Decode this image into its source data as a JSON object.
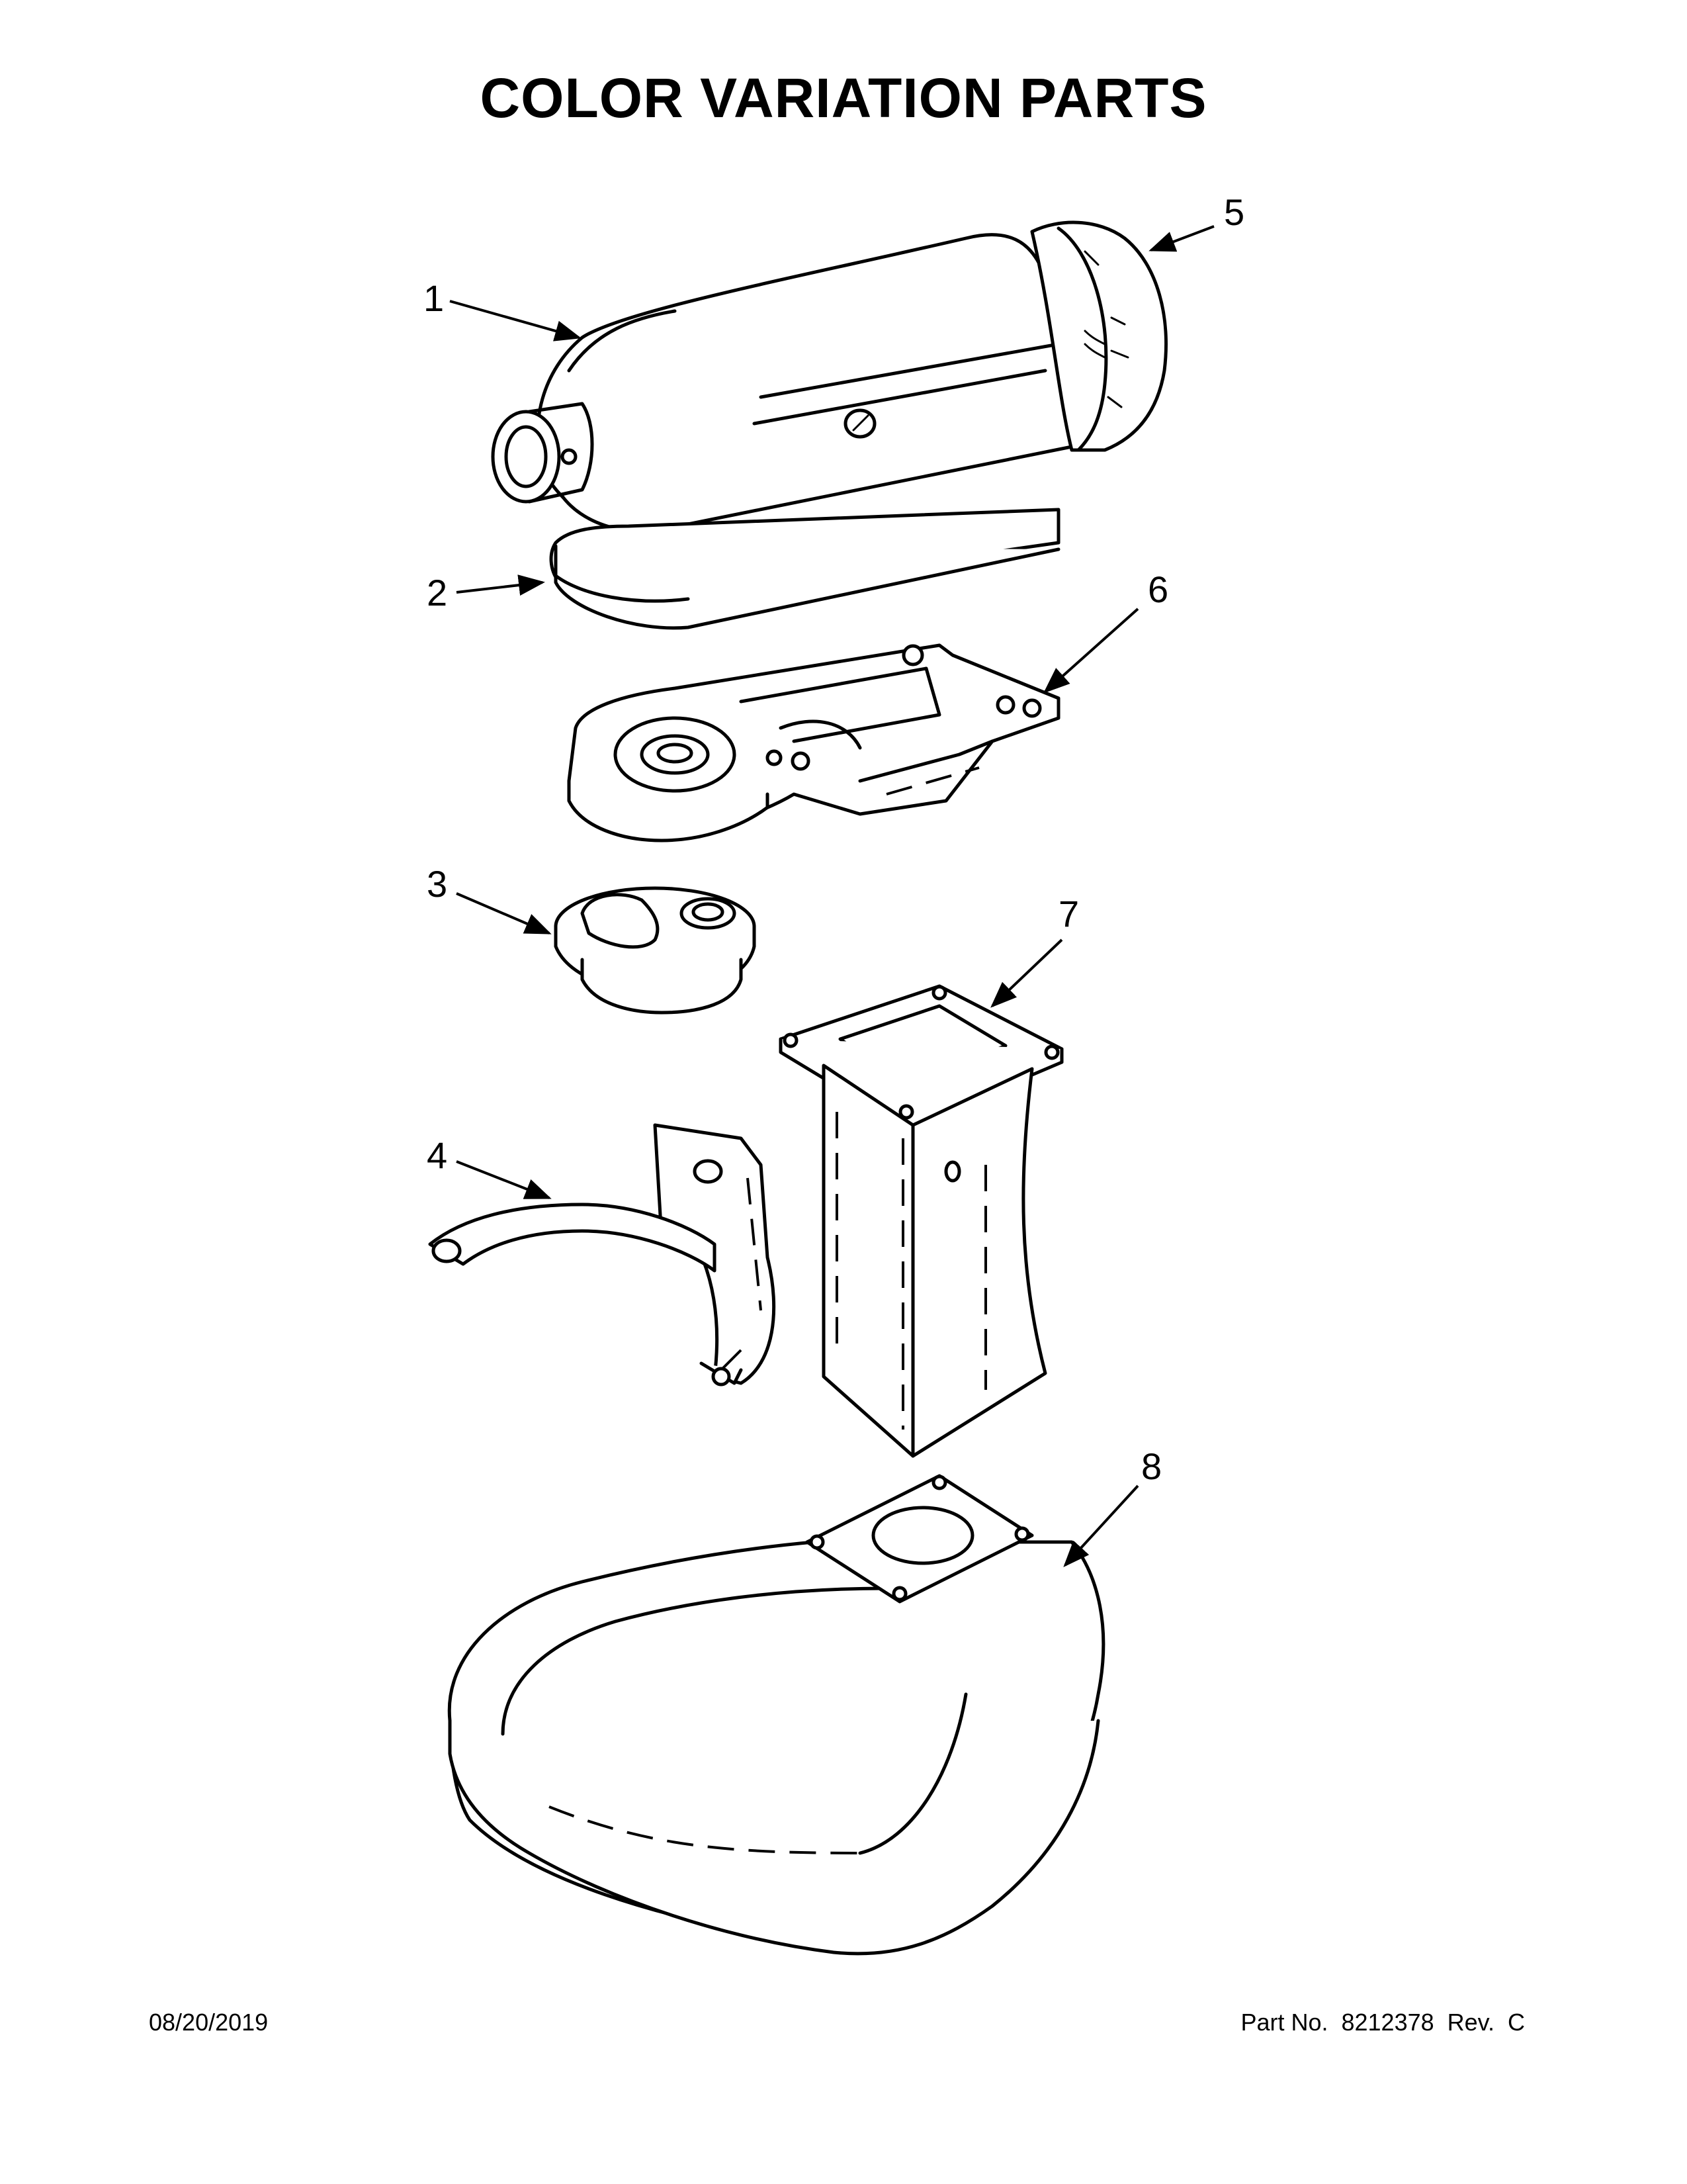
{
  "title": "COLOR VARIATION PARTS",
  "callouts": [
    {
      "id": "1",
      "label": "1"
    },
    {
      "id": "2",
      "label": "2"
    },
    {
      "id": "3",
      "label": "3"
    },
    {
      "id": "4",
      "label": "4"
    },
    {
      "id": "5",
      "label": "5"
    },
    {
      "id": "6",
      "label": "6"
    },
    {
      "id": "7",
      "label": "7"
    },
    {
      "id": "8",
      "label": "8"
    }
  ],
  "footer": {
    "date": "08/20/2019",
    "part_no": "Part No.  8212378  Rev.  C"
  }
}
